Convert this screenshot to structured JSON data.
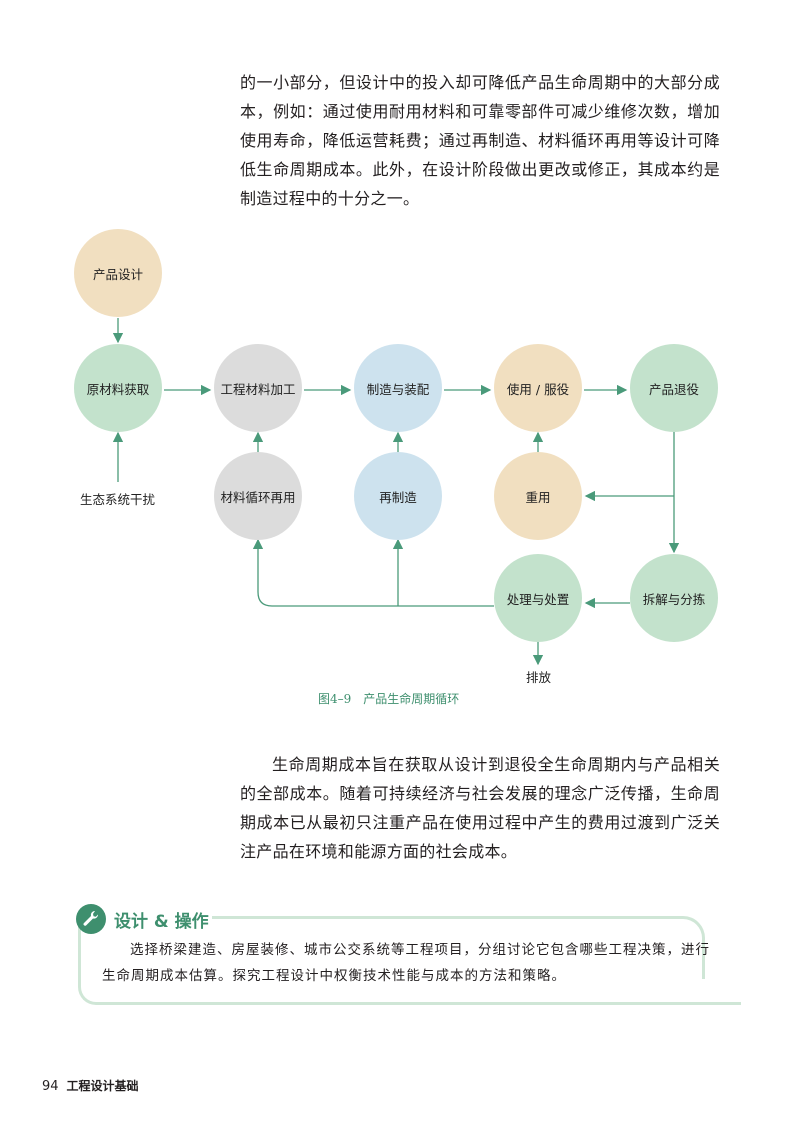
{
  "intro_paragraph": "的一小部分，但设计中的投入却可降低产品生命周期中的大部分成本，例如：通过使用耐用材料和可靠零部件可减少维修次数，增加使用寿命，降低运营耗费；通过再制造、材料循环再用等设计可降低生命周期成本。此外，在设计阶段做出更改或修正，其成本约是制造过程中的十分之一。",
  "diagram": {
    "nodes": {
      "design": "产品设计",
      "raw": "原材料获取",
      "processing": "工程材料加工",
      "manufacturing": "制造与装配",
      "use": "使用 / 服役",
      "retire": "产品退役",
      "recycle": "材料循环再用",
      "remanufacture": "再制造",
      "reuse": "重用",
      "disassembly": "拆解与分拣",
      "disposal": "处理与处置"
    },
    "ecosystem_label": "生态系统干扰",
    "emission_label": "排放",
    "caption": "图4–9　产品生命周期循环"
  },
  "body_paragraph": "生命周期成本旨在获取从设计到退役全生命周期内与产品相关的全部成本。随着可持续经济与社会发展的理念广泛传播，生命周期成本已从最初只注重产品在使用过程中产生的费用过渡到广泛关注产品在环境和能源方面的社会成本。",
  "activity_box": {
    "title": "设计 & 操作",
    "text": "选择桥梁建造、房屋装修、城市公交系统等工程项目，分组讨论它包含哪些工程决策，进行生命周期成本估算。探究工程设计中权衡技术性能与成本的方法和策略。"
  },
  "footer": {
    "page_number": "94",
    "book_title": "工程设计基础"
  },
  "colors": {
    "accent": "#3e8f6e"
  }
}
